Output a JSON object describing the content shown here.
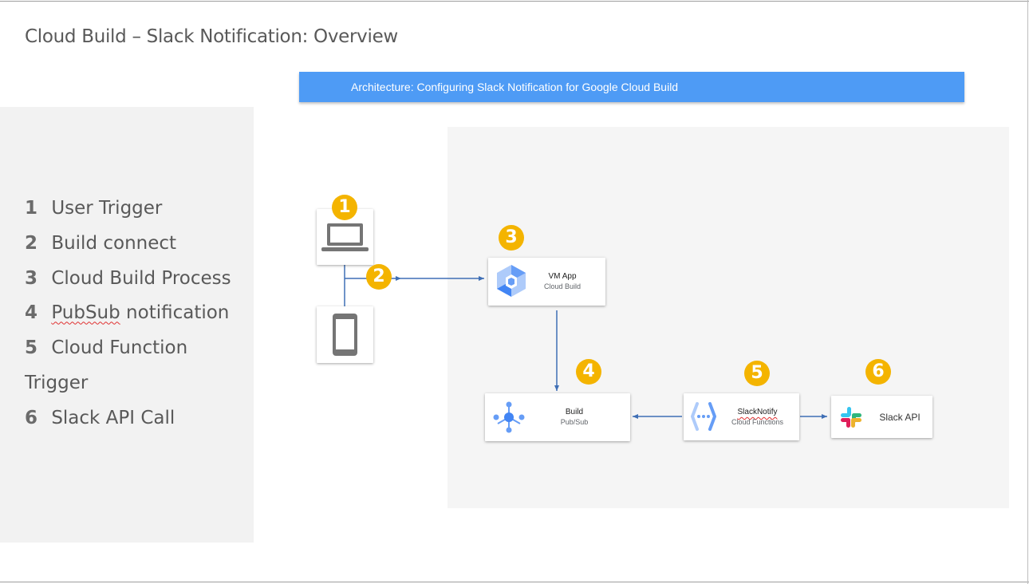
{
  "slide": {
    "title": "Cloud Build – Slack Notification: Overview"
  },
  "banner": {
    "text": "Architecture: Configuring Slack Notification for Google Cloud Build"
  },
  "steps": [
    {
      "num": "1",
      "label": "User Trigger"
    },
    {
      "num": "2",
      "label": "Build connect"
    },
    {
      "num": "3",
      "label": "Cloud Build Process"
    },
    {
      "num": "4",
      "label_part1": "PubSub",
      "label_part2": " notification"
    },
    {
      "num": "5",
      "label": "Cloud Function"
    },
    {
      "num": "",
      "label": "Trigger"
    },
    {
      "num": "6",
      "label": "Slack API Call"
    }
  ],
  "badges": [
    "1",
    "2",
    "3",
    "4",
    "5",
    "6"
  ],
  "nodes": {
    "laptop": {
      "icon": "laptop-icon"
    },
    "phone": {
      "icon": "phone-icon"
    },
    "cloud_build": {
      "title": "VM App",
      "subtitle": "Cloud Build",
      "icon": "cloud-build-icon"
    },
    "pubsub": {
      "title": "Build",
      "subtitle": "Pub/Sub",
      "icon": "pubsub-icon"
    },
    "cloud_functions": {
      "title": "SlackNotify",
      "subtitle": "Cloud Functions",
      "icon": "cloud-functions-icon"
    },
    "slack": {
      "title": "Slack API",
      "icon": "slack-icon"
    }
  },
  "colors": {
    "banner": "#4e9bf5",
    "badge": "#f4b400",
    "connector": "#3f6fb5",
    "gcp_blue_light": "#aecbfa",
    "gcp_blue": "#669df6",
    "gcp_blue_dark": "#4285f4"
  }
}
